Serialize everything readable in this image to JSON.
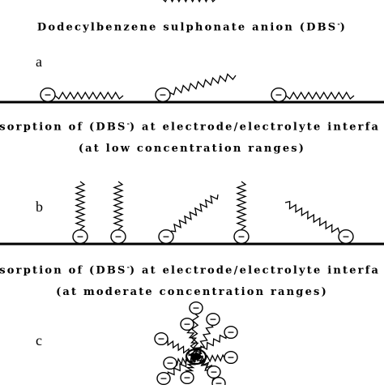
{
  "title": {
    "text": "Dodecylbenzene sulphonate anion (DBS",
    "sup": "-",
    "end": ")"
  },
  "panels": [
    {
      "label": "a"
    },
    {
      "label": "b"
    },
    {
      "label": "c"
    }
  ],
  "captions": {
    "a_line1": {
      "text": "dsorption of (DBS",
      "sup": "-",
      "end": ") at electrode/electrolyte interfa"
    },
    "a_line2": "(at low concentration ranges)",
    "b_line1": {
      "text": "dsorption of (DBS",
      "sup": "-",
      "end": ") at electrode/electrolyte interfa"
    },
    "b_line2": "(at moderate concentration ranges)"
  },
  "symbols": {
    "head": "−"
  },
  "colors": {
    "ink": "#000000",
    "background": "#ffffff"
  }
}
